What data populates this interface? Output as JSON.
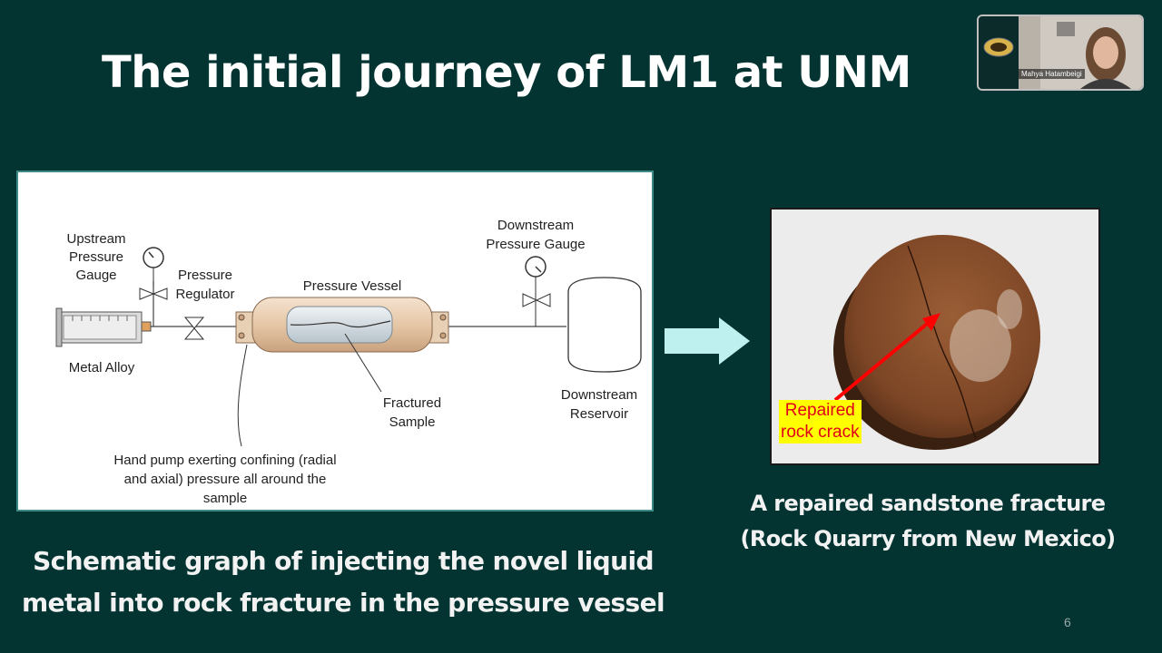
{
  "slide": {
    "title": "The initial journey of LM1 at UNM",
    "page_number": "6"
  },
  "schematic": {
    "labels": {
      "upstream_gauge": [
        "Upstream",
        "Pressure",
        "Gauge"
      ],
      "regulator": [
        "Pressure",
        "Regulator"
      ],
      "vessel": "Pressure Vessel",
      "downstream_gauge": [
        "Downstream",
        "Pressure Gauge"
      ],
      "metal_alloy": "Metal Alloy",
      "fractured_sample": [
        "Fractured",
        "Sample"
      ],
      "reservoir": [
        "Downstream",
        "Reservoir"
      ],
      "hand_pump": [
        "Hand pump exerting confining (radial",
        "and axial) pressure all around the",
        "sample"
      ]
    },
    "caption": [
      "Schematic graph of injecting the novel liquid",
      "metal into rock fracture in the pressure vessel"
    ]
  },
  "photo": {
    "annotation": [
      "Repaired",
      "rock crack"
    ],
    "caption": [
      "A repaired sandstone fracture",
      "(Rock Quarry from New Mexico)"
    ]
  },
  "video": {
    "participant_name": "Mahya Hatambeigi"
  },
  "colors": {
    "background": "#033432",
    "arrow": "#bff0f0",
    "annotation_text": "#e0001b",
    "annotation_bg": "#ffff00"
  }
}
